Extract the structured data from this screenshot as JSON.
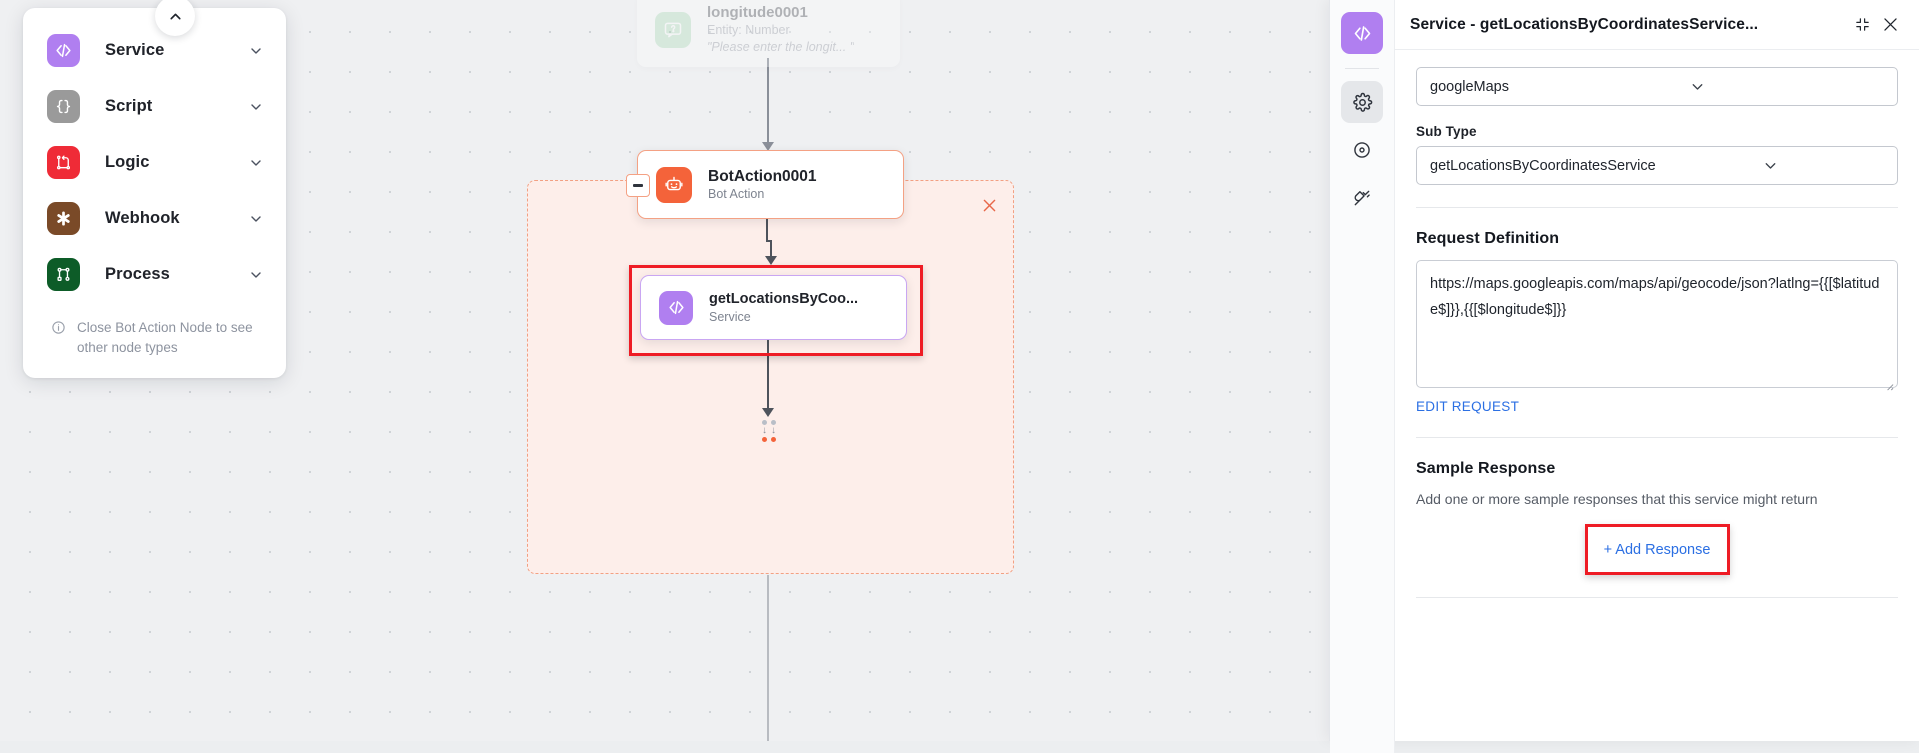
{
  "palette": {
    "toggle_icon": "chevron-up-icon",
    "items": [
      {
        "label": "Service",
        "icon": "code-brackets-icon",
        "color": "#b07ff0"
      },
      {
        "label": "Script",
        "icon": "curly-braces-icon",
        "color": "#9a9a9a"
      },
      {
        "label": "Logic",
        "icon": "branch-loop-icon",
        "color": "#ef2b37"
      },
      {
        "label": "Webhook",
        "icon": "asterisk-icon",
        "color": "#7a4a28"
      },
      {
        "label": "Process",
        "icon": "process-graph-icon",
        "color": "#0d5c28"
      }
    ],
    "note": "Close Bot Action Node to see other node types"
  },
  "canvas": {
    "ghost_node": {
      "title": "longitude0001",
      "subtitle": "Entity: Number",
      "prompt": "\"Please enter the longit... \"",
      "icon": "entity-question-icon",
      "color": "#9ed9ac"
    },
    "bot_action_node": {
      "title": "BotAction0001",
      "subtitle": "Bot Action",
      "icon": "robot-icon",
      "color": "#f4633a",
      "collapse_icon": "minus-icon"
    },
    "service_node": {
      "title": "getLocationsByCoo...",
      "subtitle": "Service",
      "icon": "code-brackets-icon",
      "color": "#b07ff0",
      "highlight_color": "#ee1c25"
    },
    "region_close_icon": "close-icon",
    "region_border_color": "#f2a083",
    "transition_icon": "transition-dots-icon"
  },
  "panel": {
    "title": "Service - getLocationsByCoordinatesService...",
    "collapse_icon": "collapse-corners-icon",
    "close_icon": "close-icon",
    "rail": [
      {
        "name": "service-icon",
        "icon": "code-brackets-icon",
        "state": "active"
      },
      {
        "name": "settings-icon",
        "icon": "gear-icon",
        "state": "selected"
      },
      {
        "name": "target-icon",
        "icon": "target-circle-icon",
        "state": "normal"
      },
      {
        "name": "connector-icon",
        "icon": "plug-icon",
        "state": "normal"
      }
    ],
    "service_select": {
      "value": "googleMaps",
      "chevron": "chevron-down-icon"
    },
    "sub_type_label": "Sub Type",
    "sub_type_select": {
      "value": "getLocationsByCoordinatesService",
      "chevron": "chevron-down-icon"
    },
    "request_definition_label": "Request Definition",
    "request_definition_value": "https://maps.googleapis.com/maps/api/geocode/json?latlng={{[$latitude$]}},{{[$longitude$]}}",
    "edit_request_label": "EDIT REQUEST",
    "sample_response_label": "Sample Response",
    "sample_response_help": "Add one or more sample responses that this service might return",
    "add_response_label": "+ Add Response",
    "add_response_highlight_color": "#ee1c25",
    "link_color": "#2b6fe3"
  }
}
